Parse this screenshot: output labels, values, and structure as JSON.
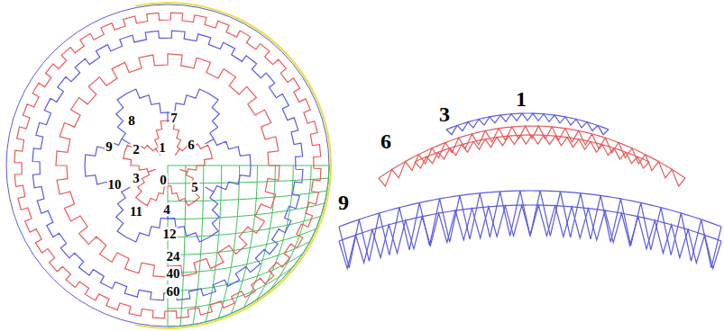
{
  "diagram": {
    "labels": [
      "8",
      "7",
      "9",
      "2",
      "1",
      "6",
      "10",
      "3",
      "0",
      "5",
      "11",
      "4",
      "12",
      "24",
      "40",
      "60",
      "1",
      "3",
      "6",
      "9"
    ]
  }
}
